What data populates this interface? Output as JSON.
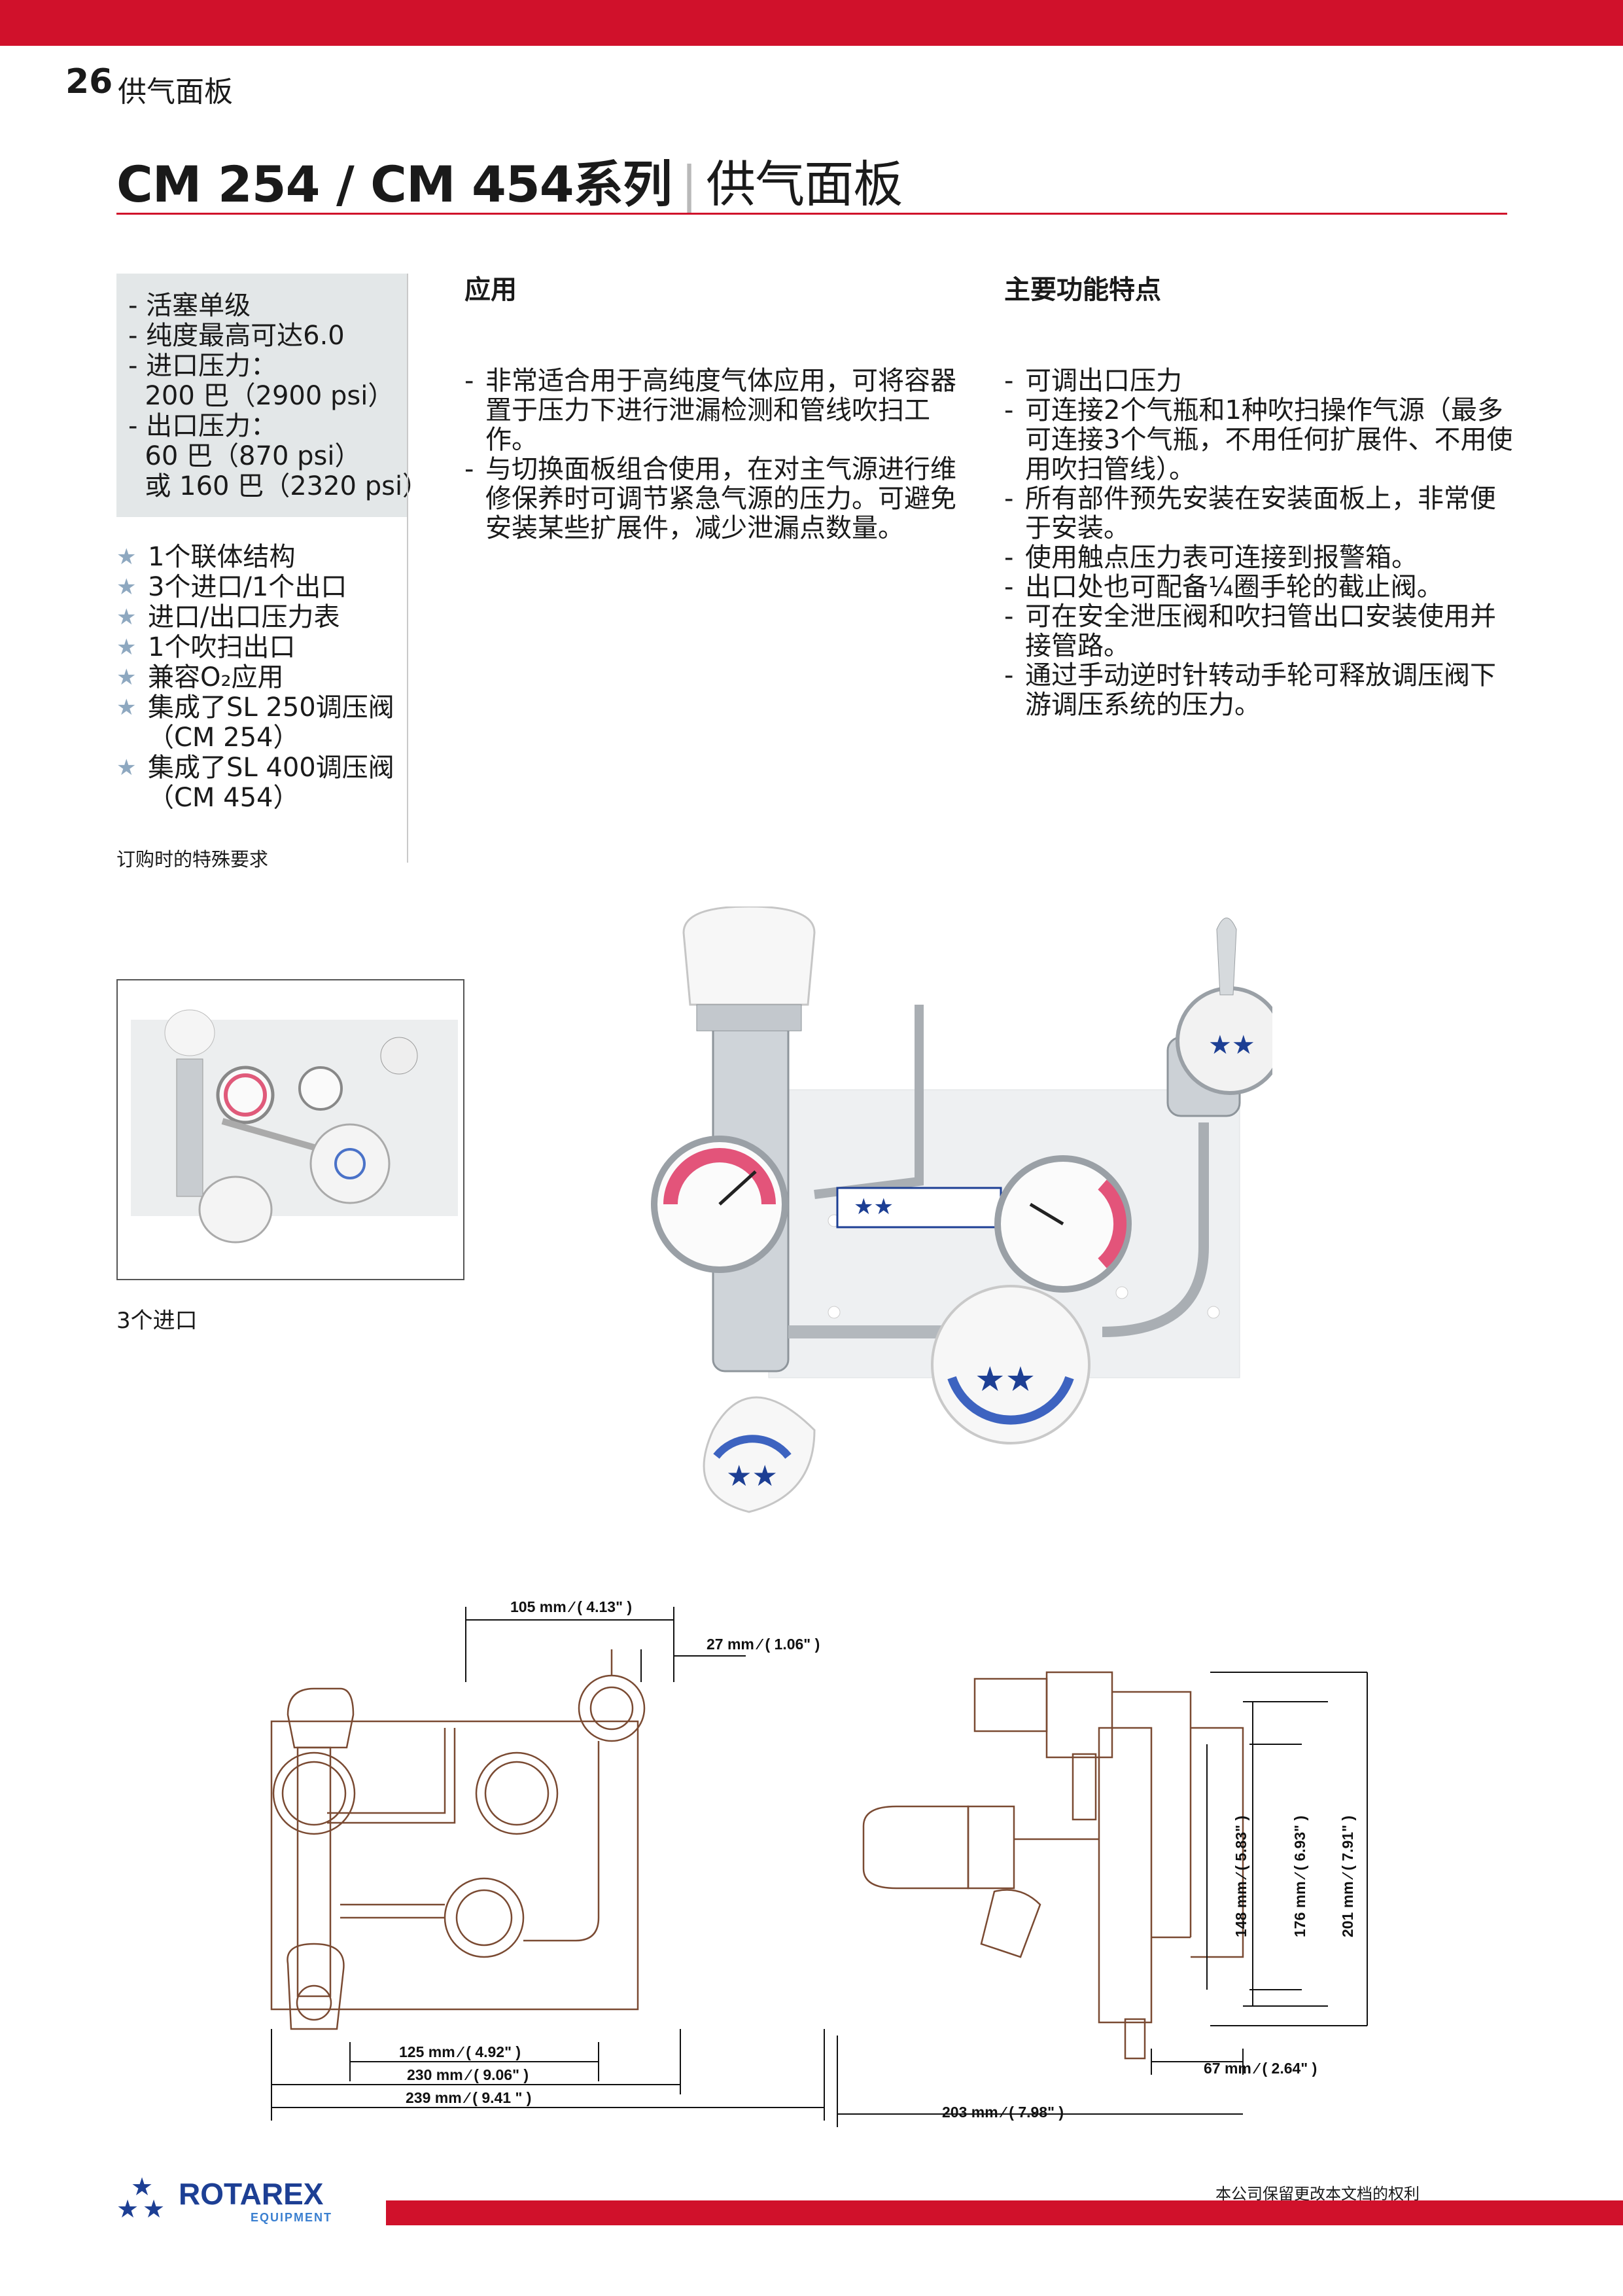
{
  "header": {
    "page_number": "26",
    "section": "供气面板"
  },
  "title": {
    "main": "CM 254 / CM 454系列",
    "separator": "|",
    "sub": "供气面板"
  },
  "specs": [
    "- 活塞单级",
    "- 纯度最高可达6.0",
    "- 进口压力：",
    "  200 巴（2900 psi）",
    "- 出口压力：",
    "  60 巴（870 psi）",
    "  或 160 巴（2320 psi）"
  ],
  "features_star": [
    "1个联体结构",
    "3个进口/1个出口",
    "进口/出口压力表",
    "1个吹扫出口",
    "兼容O₂应用",
    "集成了SL 250调压阀",
    "（CM 254）",
    "集成了SL 400调压阀",
    "（CM 454）"
  ],
  "special_order": "订购时的特殊要求",
  "application": {
    "heading": "应用",
    "items": [
      "非常适合用于高纯度气体应用，可将容器置于压力下进行泄漏检测和管线吹扫工作。",
      "与切换面板组合使用，在对主气源进行维修保养时可调节紧急气源的压力。可避免安装某些扩展件，减少泄漏点数量。"
    ]
  },
  "main_features": {
    "heading": "主要功能特点",
    "items": [
      "可调出口压力",
      "可连接2个气瓶和1种吹扫操作气源（最多可连接3个气瓶，不用任何扩展件、不用使用吹扫管线）。",
      "所有部件预先安装在安装面板上，非常便于安装。",
      "使用触点压力表可连接到报警箱。",
      "出口处也可配备¼圈手轮的截止阀。",
      "可在安全泄压阀和吹扫管出口安装使用并接管路。",
      "通过手动逆时针转动手轮可释放调压阀下游调压系统的压力。"
    ]
  },
  "photo_caption": "3个进口",
  "dimensions": {
    "d105": "105 mm ⁄ ( 4.13\" )",
    "d27": "27 mm ⁄ ( 1.06\" )",
    "d125": "125 mm ⁄ ( 4.92\" )",
    "d230": "230 mm ⁄ ( 9.06\" )",
    "d239": "239 mm ⁄ ( 9.41 \" )",
    "d148": "148 mm ⁄ ( 5.83\" )",
    "d176": "176 mm ⁄ ( 6.93\" )",
    "d201": "201 mm ⁄ ( 7.91\" )",
    "d67": "67 mm ⁄ ( 2.64\" )",
    "d203": "203 mm ⁄ ( 7.98\" )"
  },
  "footer": {
    "brand": "ROTAREX",
    "brand_sub": "EQUIPMENT",
    "rights": "本公司保留更改本文档的权利"
  },
  "colors": {
    "accent_red": "#d0112b",
    "spec_box_bg": "#e3e7e8",
    "brand_blue": "#1d3f94"
  },
  "icons": [
    "star-icon",
    "rotarex-stars-logo"
  ]
}
